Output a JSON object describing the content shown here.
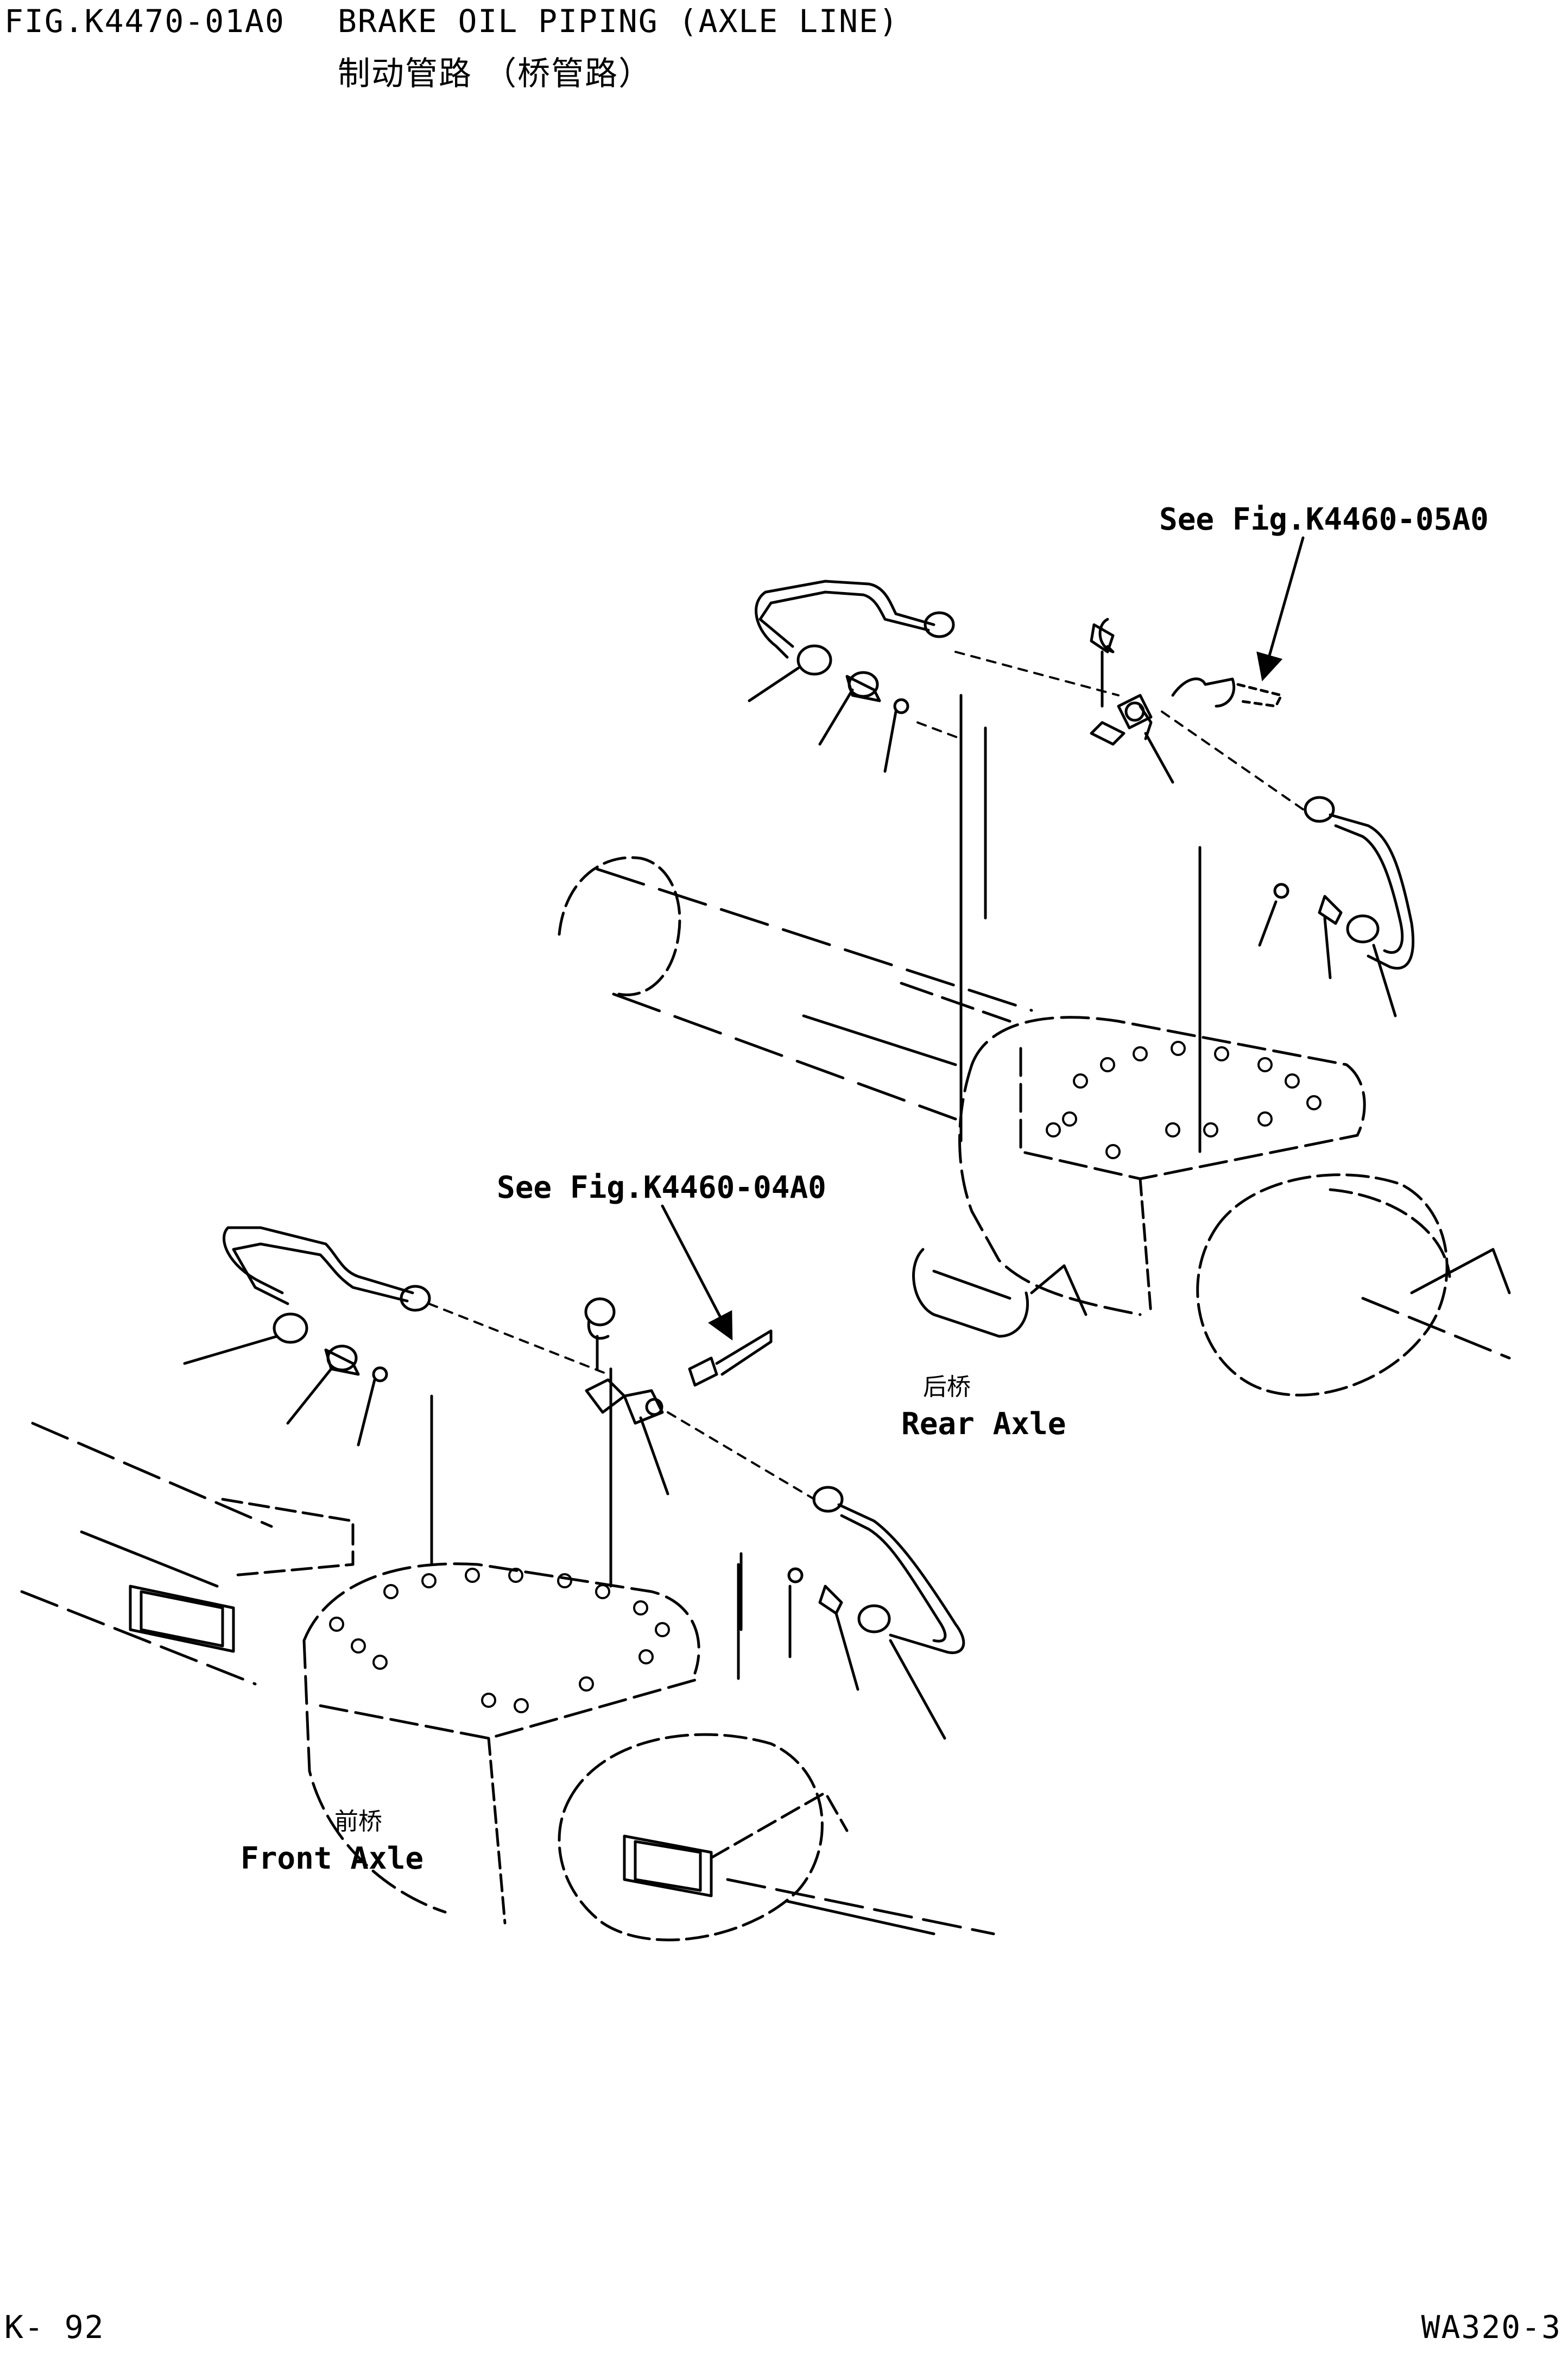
{
  "header": {
    "figure_id": "FIG.K4470-01A0",
    "title_en": "BRAKE OIL PIPING (AXLE LINE)",
    "title_cn": "制动管路 （桥管路）"
  },
  "diagram": {
    "callouts": {
      "rear_ref": "See Fig.K4460-05A0",
      "front_ref": "See Fig.K4460-04A0"
    },
    "rear_axle": {
      "label_cn": "后桥",
      "label_en": "Rear Axle"
    },
    "front_axle": {
      "label_cn": "前桥",
      "label_en": "Front Axle"
    }
  },
  "footer": {
    "page_left": "K- 92",
    "page_right": "WA320-3"
  }
}
